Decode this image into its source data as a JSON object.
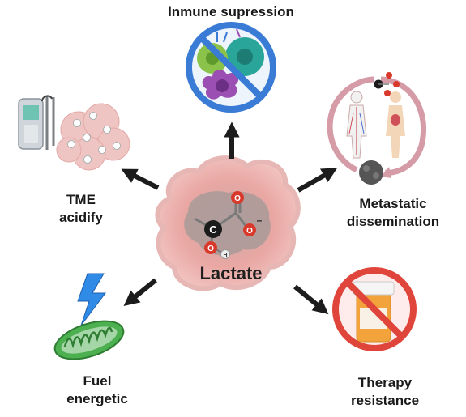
{
  "center": {
    "label": "Lactate",
    "atom_carbon": "C",
    "atom_oxygen": "O",
    "atom_hydrogen": "H",
    "charge": "–"
  },
  "effects": [
    {
      "id": "immune",
      "lines": [
        "Inmune supression"
      ]
    },
    {
      "id": "tme",
      "lines": [
        "TME",
        "acidify"
      ]
    },
    {
      "id": "metastatic",
      "lines": [
        "Metastatic",
        "dissemination"
      ]
    },
    {
      "id": "fuel",
      "lines": [
        "Fuel",
        "energetic"
      ]
    },
    {
      "id": "therapy",
      "lines": [
        "Therapy",
        "resistance"
      ]
    }
  ],
  "icons": {
    "immune": "prohibited-immune-cells-icon",
    "tme": "ph-meter-and-acid-tissue-icon",
    "metastatic": "body-circulation-cycle-icon",
    "fuel": "mitochondria-lightning-icon",
    "therapy": "prohibited-pill-bottle-icon"
  },
  "colors": {
    "cell_pink": "#e8a7a4",
    "cell_center": "#a69796",
    "prohibit_red": "#e0453b",
    "prohibit_blue": "#3a7bd5",
    "mito_green": "#4caf50",
    "bolt_blue": "#2f8be6",
    "arrow": "#1c1c1c"
  }
}
